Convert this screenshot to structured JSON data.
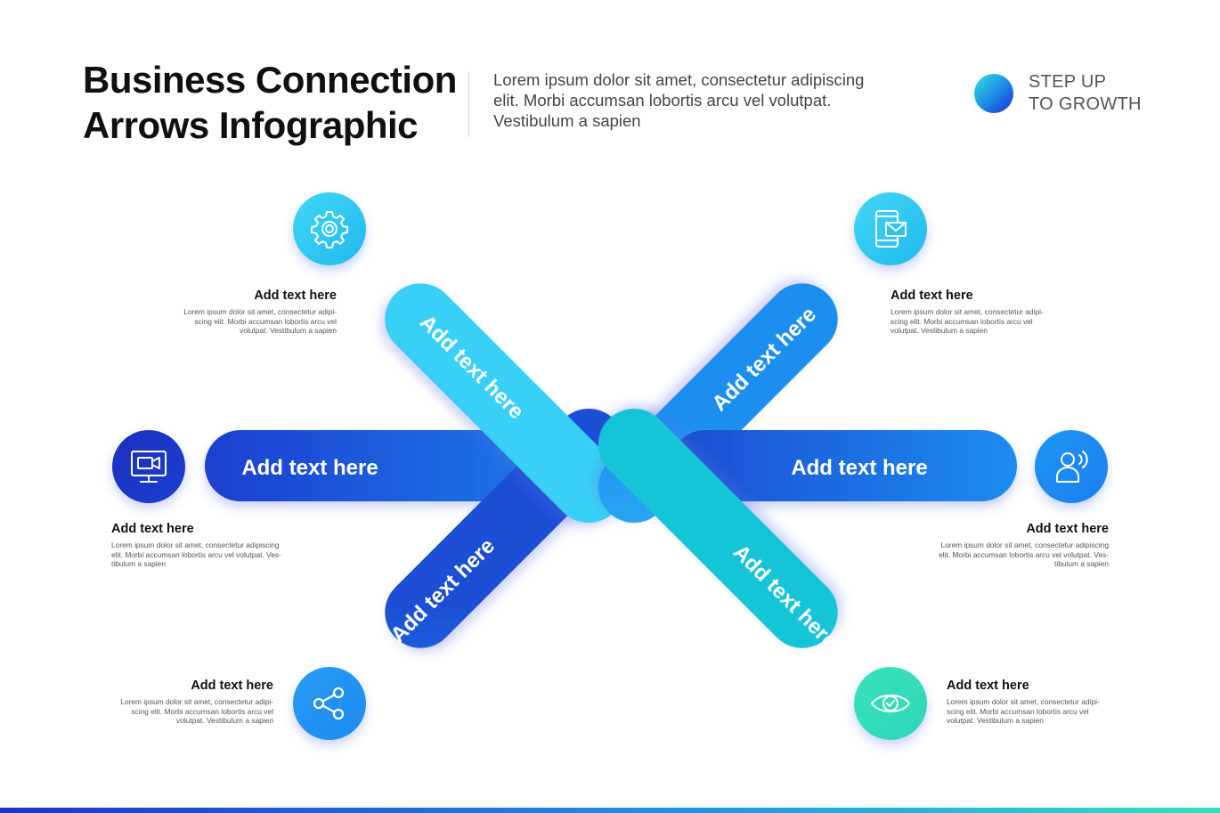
{
  "header": {
    "title_line1": "Business Connection",
    "title_line2": "Arrows Infographic",
    "intro_line1": "Lorem ipsum dolor sit amet, consectetur adipiscing",
    "intro_line2": "elit. Morbi accumsan lobortis arcu vel volutpat.",
    "intro_line3": "Vestibulum a sapien",
    "tagline_line1": "STEP UP",
    "tagline_line2": "TO GROWTH"
  },
  "arrows": {
    "left_upper": "Add text here",
    "left_middle": "Add text here",
    "left_lower": "Add text here",
    "right_upper": "Add text here",
    "right_middle": "Add text here",
    "right_lower": "Add text here"
  },
  "notes": {
    "top_left": {
      "title": "Add text here",
      "line1": "Lorem ipsum dolor sit amet, consectetur adipi-",
      "line2": "scing elit. Morbi accumsan lobortis arcu vel",
      "line3": "volutpat. Vestibulum a sapien"
    },
    "top_right": {
      "title": "Add text here",
      "line1": "Lorem ipsum dolor sit amet, consectetur adipi-",
      "line2": "scing elit. Morbi accumsan lobortis arcu vel",
      "line3": "volutpat. Vestibulum a sapien"
    },
    "middle_left": {
      "title": "Add text here",
      "line1": "Lorem ipsum dolor sit amet, consectetur adipiscing",
      "line2": "elit. Morbi accumsan lobortis arcu vel volutpat. Ves-",
      "line3": "tibulum a sapien"
    },
    "middle_right": {
      "title": "Add text here",
      "line1": "Lorem ipsum dolor sit amet, consectetur adipiscing",
      "line2": "elit. Morbi accumsan lobortis arcu vel volutpat. Ves-",
      "line3": "tibulum a sapien"
    },
    "bottom_left": {
      "title": "Add text here",
      "line1": "Lorem ipsum dolor sit amet, consectetur adipi-",
      "line2": "scing elit. Morbi accumsan lobortis arcu vel",
      "line3": "volutpat. Vestibulum a sapien"
    },
    "bottom_right": {
      "title": "Add text here",
      "line1": "Lorem ipsum dolor sit amet, consectetur adipi-",
      "line2": "scing elit. Morbi accumsan lobortis arcu vel",
      "line3": "volutpat. Vestibulum a sapien"
    }
  },
  "icons": {
    "top_left": "gear-icon",
    "top_right": "mobile-mail-icon",
    "middle_left": "video-monitor-icon",
    "middle_right": "user-voice-icon",
    "bottom_left": "share-icon",
    "bottom_right": "eye-icon"
  },
  "colors": {
    "dark_blue": "#1a3acb",
    "mid_blue": "#1e8ff0",
    "cyan": "#38cdf5",
    "teal": "#12c8d8",
    "mint": "#3fe6b8"
  }
}
